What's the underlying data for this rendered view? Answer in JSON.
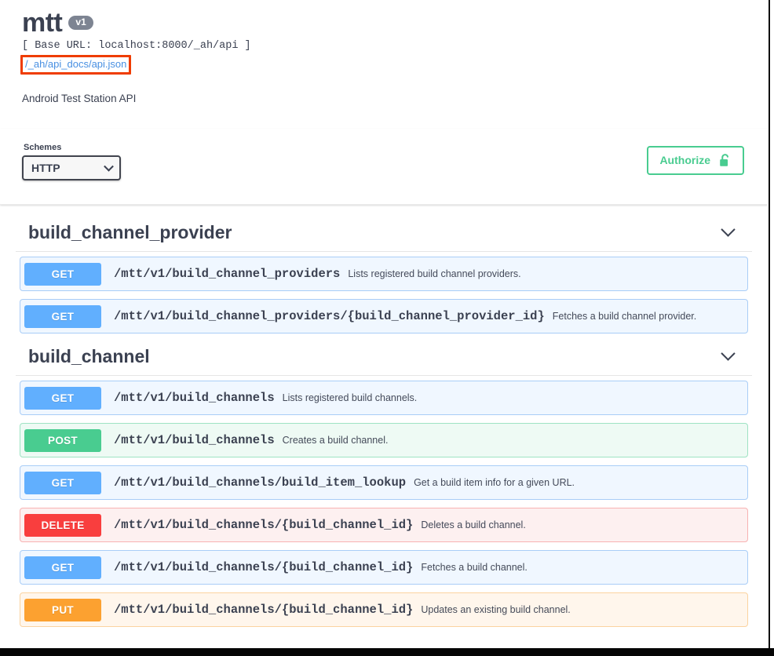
{
  "info": {
    "title": "mtt",
    "version_badge": "v1",
    "base_url": "[ Base URL: localhost:8000/_ah/api ]",
    "spec_link": "/_ah/api_docs/api.json",
    "description": "Android Test Station API",
    "highlight_color": "#ef3c00",
    "version_badge_color": "#7d8492",
    "link_color": "#4990e2"
  },
  "scheme": {
    "label": "Schemes",
    "selected": "HTTP",
    "options": [
      "HTTP"
    ]
  },
  "authorize": {
    "label": "Authorize",
    "icon": "unlock-icon",
    "color": "#49cc90"
  },
  "method_colors": {
    "get": "#61affe",
    "post": "#49cc90",
    "delete": "#f93e3e",
    "put": "#fca130"
  },
  "sections": [
    {
      "tag": "build_channel_provider",
      "operations": [
        {
          "method": "GET",
          "method_class": "get",
          "path": "/mtt/v1/build_channel_providers",
          "summary": "Lists registered build channel providers."
        },
        {
          "method": "GET",
          "method_class": "get",
          "path": "/mtt/v1/build_channel_providers/{build_channel_provider_id}",
          "summary": "Fetches a build channel provider."
        }
      ]
    },
    {
      "tag": "build_channel",
      "operations": [
        {
          "method": "GET",
          "method_class": "get",
          "path": "/mtt/v1/build_channels",
          "summary": "Lists registered build channels."
        },
        {
          "method": "POST",
          "method_class": "post",
          "path": "/mtt/v1/build_channels",
          "summary": "Creates a build channel."
        },
        {
          "method": "GET",
          "method_class": "get",
          "path": "/mtt/v1/build_channels/build_item_lookup",
          "summary": "Get a build item info for a given URL."
        },
        {
          "method": "DELETE",
          "method_class": "delete",
          "path": "/mtt/v1/build_channels/{build_channel_id}",
          "summary": "Deletes a build channel."
        },
        {
          "method": "GET",
          "method_class": "get",
          "path": "/mtt/v1/build_channels/{build_channel_id}",
          "summary": "Fetches a build channel."
        },
        {
          "method": "PUT",
          "method_class": "put",
          "path": "/mtt/v1/build_channels/{build_channel_id}",
          "summary": "Updates an existing build channel."
        }
      ]
    }
  ]
}
